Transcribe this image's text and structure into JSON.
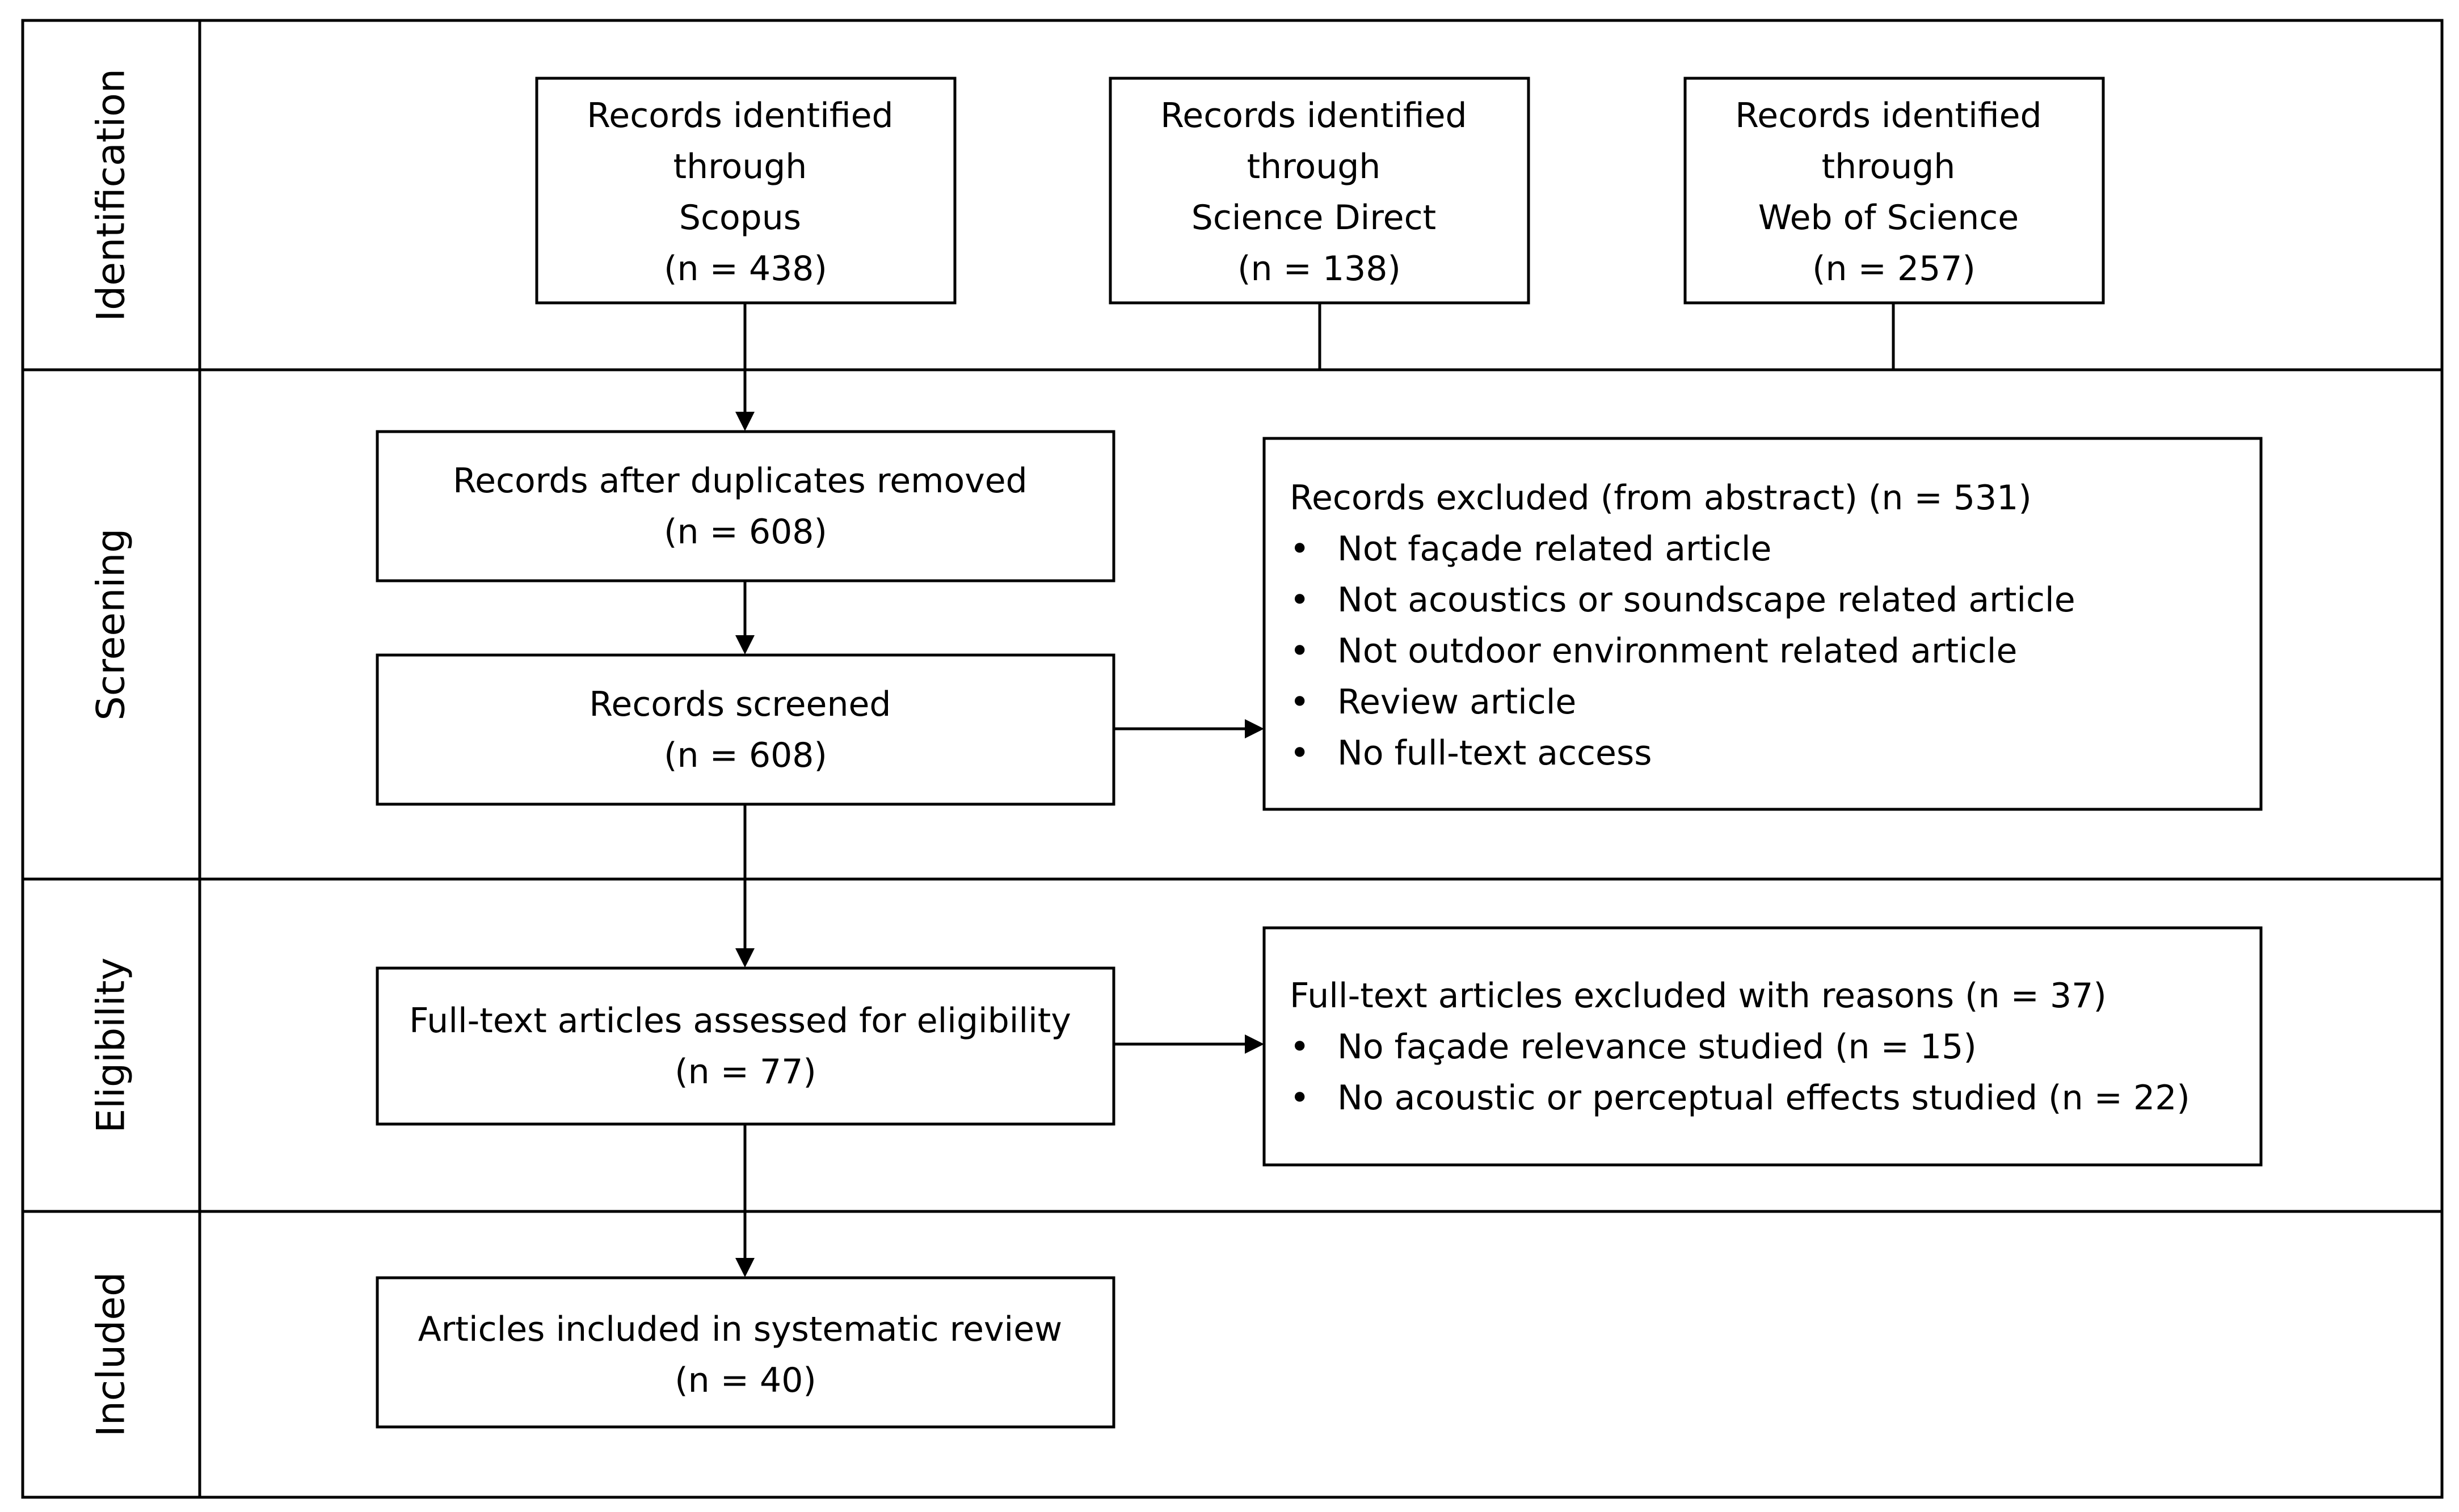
{
  "phases": {
    "identification": "Identification",
    "screening": "Screening",
    "eligibility": "Eligibility",
    "included": "Included"
  },
  "identification": {
    "scopus": [
      "Records identified",
      "through",
      "Scopus",
      "(n = 438)"
    ],
    "science_direct": [
      "Records identified",
      "through",
      "Science Direct",
      "(n = 138)"
    ],
    "web_of_science": [
      "Records identified",
      "through",
      "Web of Science",
      "(n = 257)"
    ]
  },
  "screening": {
    "duplicates_removed": [
      "Records after duplicates removed",
      "(n = 608)"
    ],
    "screened": [
      "Records screened",
      "(n = 608)"
    ],
    "excluded_heading": "Records excluded (from abstract) (n = 531)",
    "excluded_reasons": [
      "Not façade related article",
      "Not acoustics or soundscape related article",
      "Not outdoor environment related article",
      "Review article",
      "No full-text access"
    ]
  },
  "eligibility": {
    "assessed": [
      "Full-text articles assessed for eligibility",
      "(n = 77)"
    ],
    "excluded_heading": "Full-text articles excluded with reasons (n = 37)",
    "excluded_reasons": [
      "No façade relevance studied (n = 15)",
      "No acoustic or perceptual effects studied (n = 22)"
    ]
  },
  "included": {
    "final": [
      "Articles included in systematic review",
      "(n = 40)"
    ]
  },
  "bullet_glyph": "•"
}
